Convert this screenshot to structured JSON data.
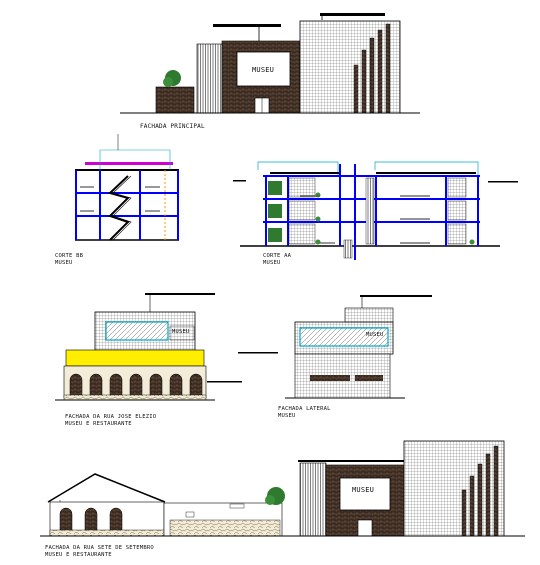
{
  "drawing": {
    "views": [
      {
        "id": "fachada_principal",
        "title": "FACHADA PRINCIPAL",
        "subtitle": ""
      },
      {
        "id": "corte_bb",
        "title": "CORTE BB",
        "subtitle": "MUSEU"
      },
      {
        "id": "corte_aa",
        "title": "CORTE AA",
        "subtitle": "MUSEU"
      },
      {
        "id": "fachada_jose",
        "title": "FACHADA DA RUA JOSE ELEZIO",
        "subtitle": "MUSEU E RESTAURANTE"
      },
      {
        "id": "fachada_lateral",
        "title": "FACHADA LATERAL",
        "subtitle": "MUSEU"
      },
      {
        "id": "fachada_sete",
        "title": "FACHADA DA RUA SETE DE SETEMBRO",
        "subtitle": "MUSEU E RESTAURANTE"
      }
    ],
    "sign_text": "MUSEU",
    "colors": {
      "line": "#000000",
      "dark_masonry": "#3a2a20",
      "tile_grid": "#555555",
      "glazing": "#00a8c8",
      "section_blue": "#0000ff",
      "canopy_yellow": "#ffee00",
      "foliage": "#2f7a2f",
      "magenta": "#d000d0",
      "orange": "#ff9900"
    }
  }
}
